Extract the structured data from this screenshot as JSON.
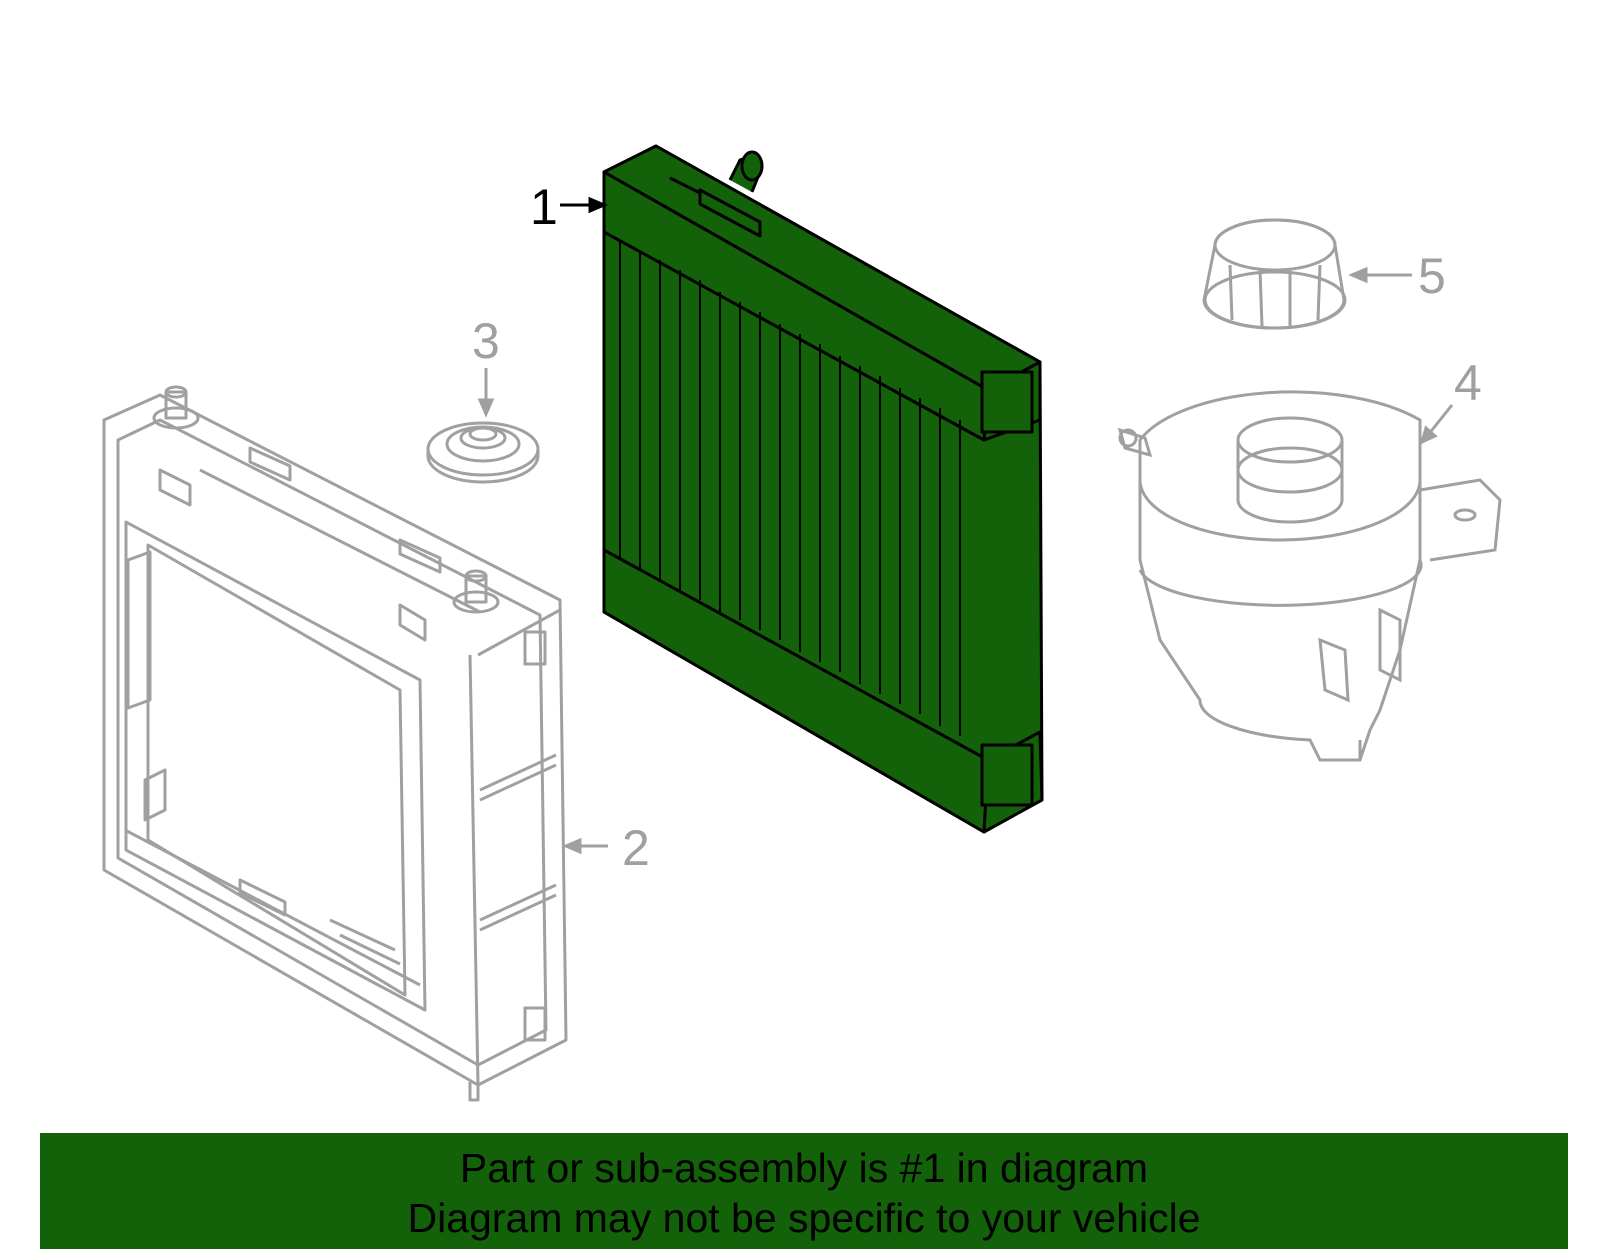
{
  "colors": {
    "highlight_fill": "#136109",
    "banner_fill": "#136109",
    "other_parts_stroke": "#a0a0a0",
    "highlight_stroke": "#000000"
  },
  "callouts": [
    {
      "id": "1",
      "label": "1",
      "highlighted": true
    },
    {
      "id": "2",
      "label": "2",
      "highlighted": false
    },
    {
      "id": "3",
      "label": "3",
      "highlighted": false
    },
    {
      "id": "4",
      "label": "4",
      "highlighted": false
    },
    {
      "id": "5",
      "label": "5",
      "highlighted": false
    }
  ],
  "banner": {
    "line1": "Part or sub-assembly is #1 in diagram",
    "line2": "Diagram may not be specific to your vehicle"
  }
}
